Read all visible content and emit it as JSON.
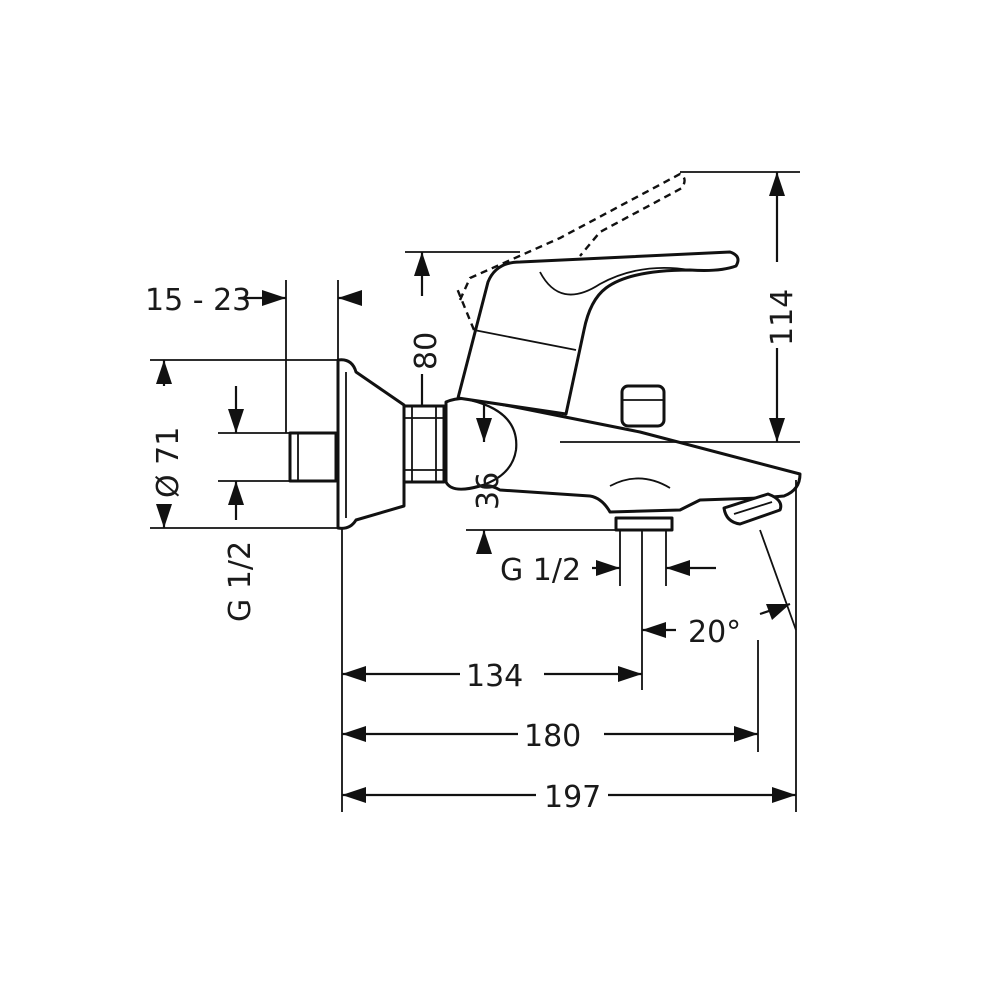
{
  "dimensions": {
    "dim_15_23": "15 - 23",
    "dim_80": "80",
    "dim_114": "114",
    "dim_71": "Ø 71",
    "dim_g12_left": "G 1/2",
    "dim_36": "36",
    "dim_g12_bottom": "G 1/2",
    "dim_20deg": "20°",
    "dim_134": "134",
    "dim_180": "180",
    "dim_197": "197"
  }
}
